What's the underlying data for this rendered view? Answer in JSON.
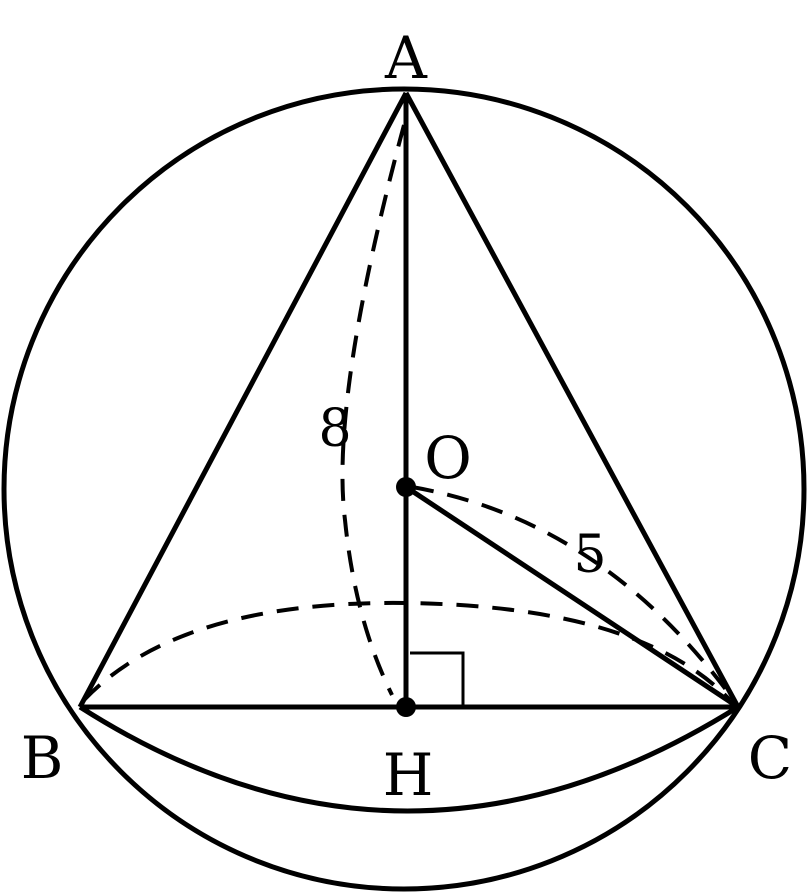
{
  "diagram": {
    "points": {
      "A": "A",
      "B": "B",
      "C": "C",
      "H": "H",
      "O": "O"
    },
    "lengths": {
      "AH": "8",
      "OC": "5"
    },
    "colors": {
      "stroke": "#000000",
      "background": "#ffffff"
    }
  }
}
